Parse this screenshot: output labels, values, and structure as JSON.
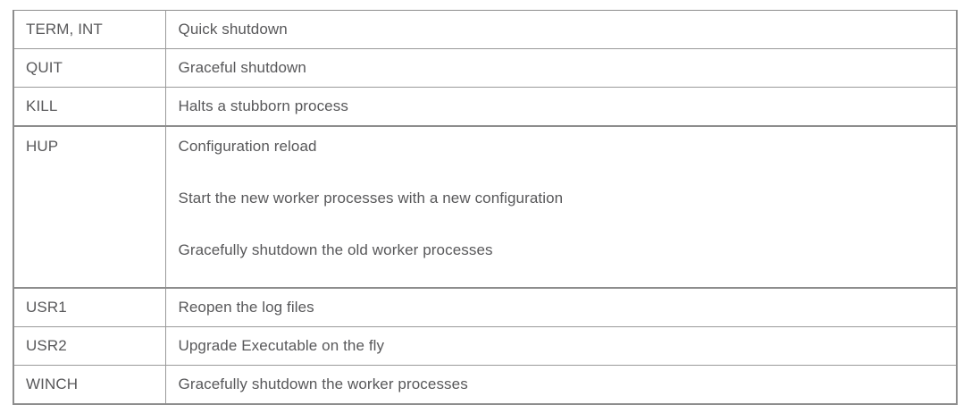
{
  "table": {
    "columns": [
      "signal",
      "description"
    ],
    "rows": [
      {
        "signal": "TERM, INT",
        "description": "Quick shutdown",
        "paragraphs": [
          "Quick shutdown"
        ],
        "tall": false
      },
      {
        "signal": "QUIT",
        "description": "Graceful shutdown",
        "paragraphs": [
          "Graceful shutdown"
        ],
        "tall": false
      },
      {
        "signal": "KILL",
        "description": "Halts a stubborn process",
        "paragraphs": [
          "Halts a stubborn process"
        ],
        "tall": false
      },
      {
        "signal": "HUP",
        "description": "Configuration reload",
        "paragraphs": [
          "Configuration reload",
          "Start the new worker processes with a new configuration",
          "Gracefully shutdown the old worker processes"
        ],
        "tall": true
      },
      {
        "signal": "USR1",
        "description": "Reopen the log files",
        "paragraphs": [
          "Reopen the log files"
        ],
        "tall": false
      },
      {
        "signal": "USR2",
        "description": "Upgrade Executable on the fly",
        "paragraphs": [
          "Upgrade Executable on the fly"
        ],
        "tall": false
      },
      {
        "signal": "WINCH",
        "description": "Gracefully shutdown the worker processes",
        "paragraphs": [
          "Gracefully shutdown the worker processes"
        ],
        "tall": false
      }
    ]
  },
  "style": {
    "text_color": "#58585a",
    "border_color": "#9a9a9a",
    "border_color_strong": "#8d8d8d",
    "background": "#ffffff"
  }
}
